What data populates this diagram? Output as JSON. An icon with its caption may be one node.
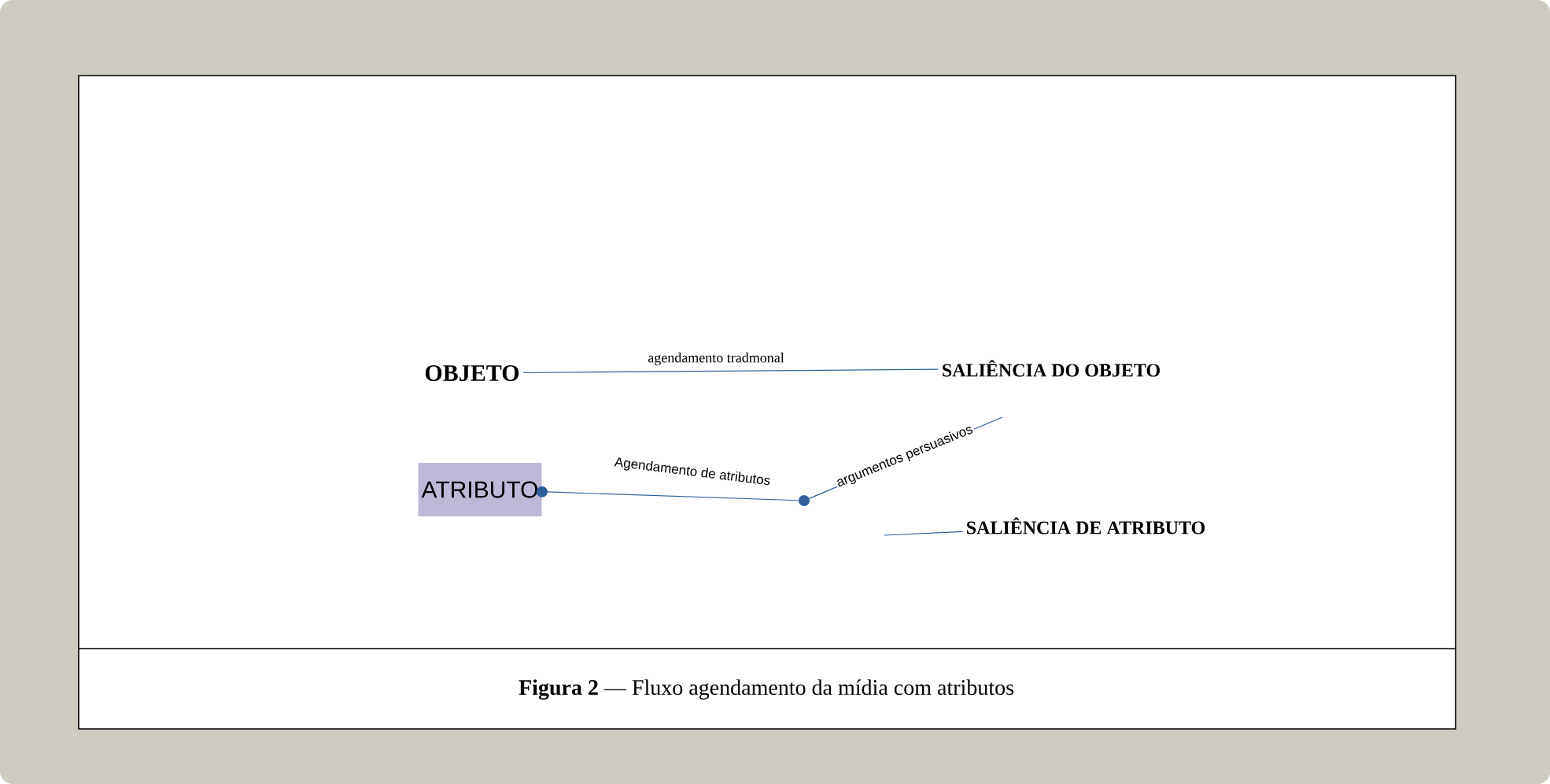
{
  "diagram": {
    "caption": "**Figura 2** — Fluxo agendamento da mídia com atributos",
    "nodes": [
      {
        "text": [
          "OBJETO"
        ]
      },
      {
        "text": [
          "SALIÊNCIA DO OBJETO"
        ]
      },
      {
        "text": [
          "ATRIBUTO"
        ]
      },
      {
        "text": [],
        "shape": "circle"
      },
      {
        "text": [
          "SALIÊNCIA DE ATRIBUTO"
        ]
      }
    ],
    "edges": [
      {
        "from": 0,
        "to": 1,
        "arrow": "none",
        "label": "agendamento tradmonal"
      },
      {
        "from": 2,
        "to": 3,
        "arrow": "other",
        "label": "Agendamento de atributos"
      },
      {
        "from": 3,
        "to": null,
        "arrow": "none",
        "label": "argumentos persuasivos"
      },
      {
        "from": null,
        "to": 4,
        "arrow": "none"
      }
    ]
  }
}
